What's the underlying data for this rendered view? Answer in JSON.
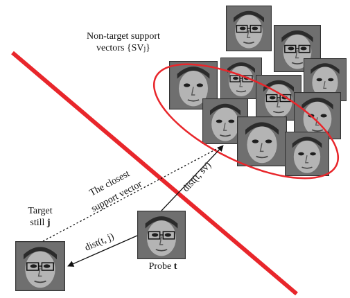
{
  "figure": {
    "nontarget": {
      "line1": "Non-target support",
      "line2_prefix": "vectors {SV",
      "subscript": "j",
      "line2_suffix": "}"
    },
    "target": {
      "line1": "Target",
      "line2_prefix": "still ",
      "line2_bold": "j"
    },
    "probe": {
      "prefix": "Probe ",
      "bold": "t"
    },
    "closest": {
      "line1": "The closest",
      "line2": "support vector"
    },
    "dist_sv": "dist(t, sv)",
    "dist_j": "dist(t, j)"
  },
  "colors": {
    "boundary": "#e8262b",
    "ellipse": "#e8262b",
    "arrow": "#111111"
  },
  "icons": {
    "faces": "grayscale face photo thumbnails"
  }
}
